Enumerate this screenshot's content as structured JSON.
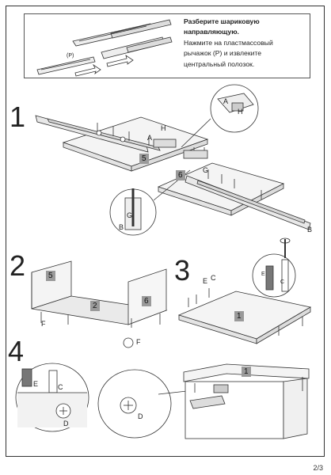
{
  "instruction_box": {
    "title_line1": "Разберите шариковую",
    "title_line2": "направляющую.",
    "text_line1": "Нажмите на пластмассовый",
    "text_line2": "рычажок (P) и извлеките",
    "text_line3": "центральный полозок.",
    "lever_label": "(P)"
  },
  "steps": {
    "s1": "1",
    "s2": "2",
    "s3": "3",
    "s4": "4"
  },
  "labels": {
    "a": "A",
    "h": "H",
    "g": "G",
    "b": "B",
    "e": "E",
    "c": "C",
    "f": "F",
    "d": "D"
  },
  "panels": {
    "p5": "5",
    "p6": "6",
    "p2": "2",
    "p1": "1"
  },
  "page_number": "2/3"
}
